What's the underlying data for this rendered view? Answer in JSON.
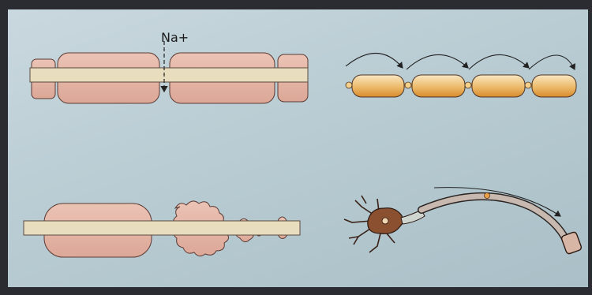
{
  "labels": {
    "ion": "Na+"
  },
  "colors": {
    "page": "#bdcfd6",
    "myelin": "#e3b6a8",
    "axon": "#e8dcbf",
    "node_gradient_start": "#f7dcae",
    "node_gradient_end": "#e09a3d",
    "neuron_body": "#8c5030",
    "outline": "#3a2c28"
  },
  "panels": [
    {
      "name": "myelinated-axon-cross-section",
      "note": ""
    },
    {
      "name": "saltatory-conduction",
      "note": ""
    },
    {
      "name": "demyelinated-axon",
      "note": ""
    },
    {
      "name": "neuron-with-myelinated-axon",
      "note": ""
    }
  ]
}
